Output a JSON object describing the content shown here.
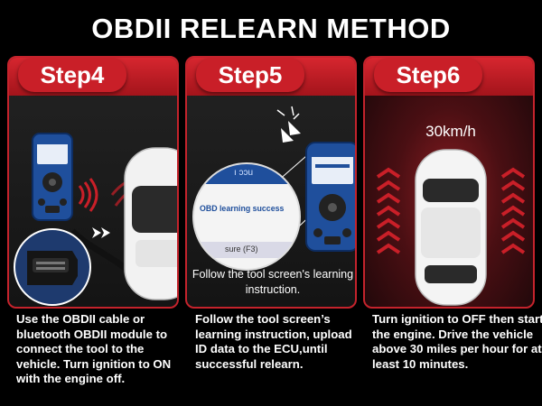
{
  "title": "OBDII RELEARN METHOD",
  "steps": [
    {
      "label": "Step4",
      "description": "Use the OBDII cable or bluetooth OBDII module to connect the tool to the vehicle. Turn ignition to ON with the engine off."
    },
    {
      "label": "Step5",
      "screen_message": "OBD learning success",
      "screen_header": "ı ɔɔu",
      "screen_footer": "sure (F3)",
      "caption": "Follow the tool screen's learning instruction.",
      "description": "Follow the tool screen’s learning instruction, upload ID data to the ECU,until successful relearn."
    },
    {
      "label": "Step6",
      "speed": "30km/h",
      "description": "Turn ignition to OFF then start the engine. Drive the vehicle above 30 miles per hour for at least 10 minutes."
    }
  ],
  "colors": {
    "accent_red": "#c91f28",
    "tool_blue": "#1f4f9c",
    "background": "#000000"
  },
  "icons": [
    "obd-tool-icon",
    "obd-cable-icon",
    "wireless-signal-icon",
    "car-topview-icon",
    "arrow-chevrons-icon",
    "pointer-arrow-icon"
  ]
}
